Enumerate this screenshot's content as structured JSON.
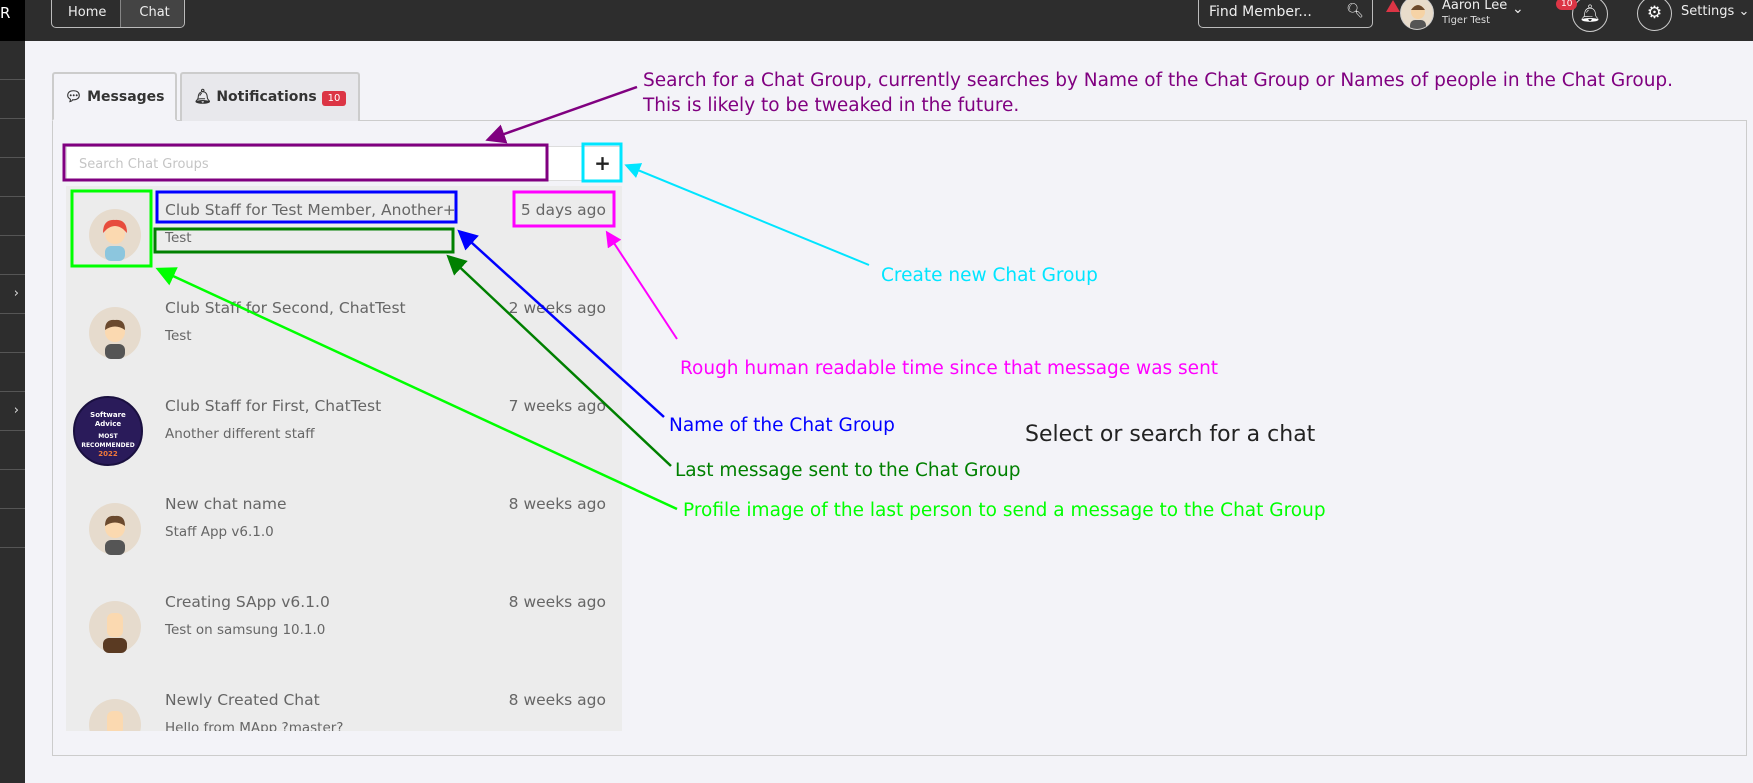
{
  "header": {
    "logo_letter": "R",
    "breadcrumb": [
      "Home",
      "Chat"
    ],
    "find_placeholder": "Find Member...",
    "user_name": "Aaron Lee",
    "user_org": "Tiger Test",
    "notif_count": "10",
    "settings_label": "Settings"
  },
  "tabs": {
    "messages": "Messages",
    "notifications": "Notifications",
    "notifications_badge": "10"
  },
  "search": {
    "placeholder": "Search Chat Groups",
    "add_label": "+"
  },
  "chats": [
    {
      "name": "Club Staff for Test Member, Another+",
      "last": "Test",
      "time": "5 days ago",
      "avatar": "girl"
    },
    {
      "name": "Club Staff for Second, ChatTest",
      "last": "Test",
      "time": "2 weeks ago",
      "avatar": "boy"
    },
    {
      "name": "Club Staff for First, ChatTest",
      "last": "Another different staff",
      "time": "7 weeks ago",
      "avatar": "badge"
    },
    {
      "name": "New chat name",
      "last": "Staff App v6.1.0",
      "time": "8 weeks ago",
      "avatar": "boy"
    },
    {
      "name": "Creating SApp v6.1.0",
      "last": "Test on samsung 10.1.0",
      "time": "8 weeks ago",
      "avatar": "bald"
    },
    {
      "name": "Newly Created Chat",
      "last": "Hello from MApp ?master?",
      "time": "8 weeks ago",
      "avatar": "bald"
    }
  ],
  "badge_logo": {
    "l1": "Software",
    "l2": "Advice",
    "l3": "MOST",
    "l4": "RECOMMENDED",
    "l5": "2022"
  },
  "empty_state": "Select or search for a chat",
  "annotations": {
    "search_1": "Search for a Chat Group, currently searches by Name of the Chat Group or Names of people in the Chat Group.",
    "search_2": "This is likely to be tweaked in the future.",
    "create": "Create new Chat Group",
    "time": "Rough human readable time since that message was sent",
    "name": "Name of the Chat Group",
    "last": "Last message sent to the Chat Group",
    "avatar": "Profile image of the last person to send a message to the Chat Group"
  },
  "colors": {
    "purple": "#800080",
    "cyan": "#00e5ff",
    "magenta": "#ff00ff",
    "blue": "#0000ff",
    "darkgreen": "#008000",
    "green": "#00ff00"
  }
}
